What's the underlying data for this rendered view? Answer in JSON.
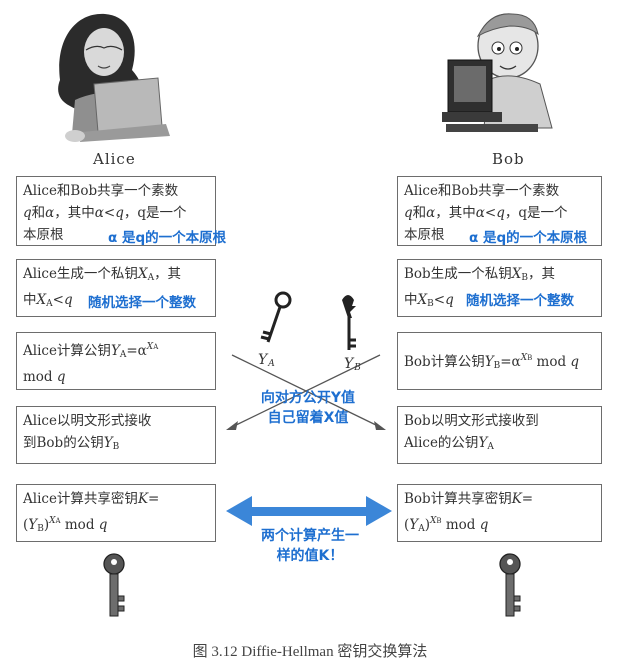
{
  "parties": {
    "left": "Alice",
    "right": "Bob"
  },
  "alice": {
    "box1": {
      "l1": "Alice和Bob共享一个素数",
      "l2a": "q",
      "l2b": "和",
      "l2c": "α",
      "l2d": "，其中",
      "l2e": "α",
      "l2f": "<",
      "l2g": "q",
      "l2h": "，",
      "l2i": "q是一个",
      "l3": "本原根"
    },
    "box2": {
      "l1a": "Alice生成一个私钥",
      "l1b": "X",
      "l1c": "A",
      "l1d": "，其",
      "l2a": "中",
      "l2b": "X",
      "l2c": "A",
      "l2d": "<",
      "l2e": "q"
    },
    "box3": {
      "l1a": "Alice计算公钥",
      "l1b": "Y",
      "l1c": "A",
      "l1d": "=α",
      "l1e": "X",
      "l1f": "A",
      "l2a": "mod ",
      "l2b": "q"
    },
    "box4": {
      "l1": "Alice以明文形式接收",
      "l2a": "到Bob的公钥",
      "l2b": "Y",
      "l2c": "B"
    },
    "box5": {
      "l1a": "Alice计算共享密钥",
      "l1b": "K",
      "l1c": "=",
      "l2a": "(",
      "l2b": "Y",
      "l2c": "B",
      "l2d": ")",
      "l2e": "X",
      "l2f": "A",
      "l2g": " mod ",
      "l2h": "q"
    }
  },
  "bob": {
    "box1": {
      "l1": "Alice和Bob共享一个素数",
      "l2a": "q",
      "l2b": "和",
      "l2c": "α",
      "l2d": "，其中",
      "l2e": "α",
      "l2f": "<",
      "l2g": "q",
      "l2h": "，",
      "l2i": "q是一个",
      "l3": "本原根"
    },
    "box2": {
      "l1a": "Bob生成一个私钥",
      "l1b": "X",
      "l1c": "B",
      "l1d": "，其",
      "l2a": "中",
      "l2b": "X",
      "l2c": "B",
      "l2d": "<",
      "l2e": "q"
    },
    "box3": {
      "l1a": "Bob计算公钥",
      "l1b": "Y",
      "l1c": "B",
      "l1d": "=α",
      "l1e": "X",
      "l1f": "B",
      "l1g": " mod ",
      "l1h": "q"
    },
    "box4": {
      "l1a": "Bob以明文形式接收到",
      "l2a": "Alice的公钥",
      "l2b": "Y",
      "l2c": "A"
    },
    "box5": {
      "l1a": "Bob计算共享密钥",
      "l1b": "K",
      "l1c": "=",
      "l2a": "(",
      "l2b": "Y",
      "l2c": "A",
      "l2d": ")",
      "l2e": "X",
      "l2f": "B",
      "l2g": " mod ",
      "l2h": "q"
    }
  },
  "keys_labels": {
    "ya": "Y",
    "ya_sub": "A",
    "yb": "Y",
    "yb_sub": "B"
  },
  "annotations": {
    "primitive_root": "α 是q的一个本原根",
    "random_choice": "随机选择一个整数",
    "exchange_l1": "向对方公开Y值",
    "exchange_l2": "自己留着X值",
    "same_value_l1": "两个计算产生一",
    "same_value_l2": "样的值K！"
  },
  "caption": "图 3.12    Diffie-Hellman 密钥交换算法",
  "colors": {
    "annotation": "#1e6fd0",
    "underline": "#e0307a",
    "arrow": "#3b86d8"
  }
}
